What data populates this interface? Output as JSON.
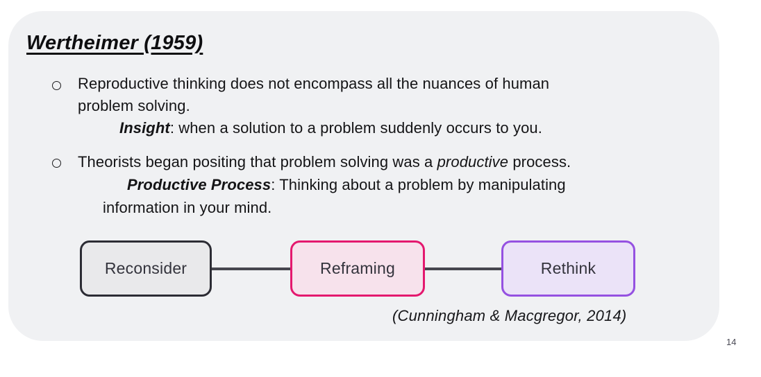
{
  "title": "Wertheimer (1959)",
  "bullets": {
    "b1": {
      "marker": "o",
      "line1": "Reproductive thinking does not encompass all the nuances of human",
      "line2": "problem solving.",
      "sub_term": "Insight",
      "sub_rest": ": when a solution to a problem suddenly occurs to you."
    },
    "b2": {
      "marker": "o",
      "line1_pre": "Theorists began positing that problem solving was a ",
      "line1_italic": "productive",
      "line1_post": " process.",
      "sub_term": "Productive Process",
      "sub_rest": ": Thinking about a problem by manipulating",
      "sub_line2": "information in your mind."
    }
  },
  "diagram": {
    "boxes": [
      {
        "label": "Reconsider",
        "fill": "#e9e9eb",
        "border": "#2c2c34",
        "text_color": "#33333c"
      },
      {
        "label": "Reframing",
        "fill": "#f7e2ec",
        "border": "#e4186e",
        "text_color": "#33333c"
      },
      {
        "label": "Rethink",
        "fill": "#ebe3f8",
        "border": "#9551e1",
        "text_color": "#33333c"
      }
    ],
    "connector_color": "#46464e"
  },
  "citation": "(Cunningham & Macgregor, 2014)",
  "page_number": "14",
  "colors": {
    "card_background": "#f0f1f3",
    "page_background": "#ffffff"
  }
}
